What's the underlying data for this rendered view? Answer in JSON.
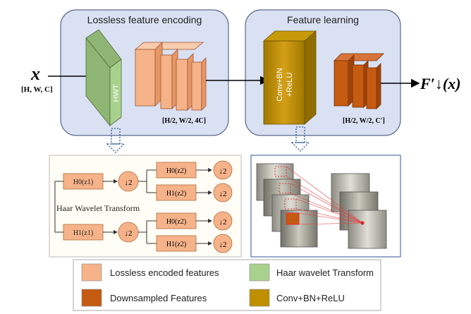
{
  "input": {
    "symbol": "x",
    "shape": "[H, W, C]"
  },
  "encoding_panel": {
    "title": "Lossless feature encoding",
    "hwt_label": "HWT",
    "output_shape": "[H/2, W/2, 4C]"
  },
  "learning_panel": {
    "title": "Feature learning",
    "conv_label_line1": "Conv+BN",
    "conv_label_line2": "+ReLU",
    "output_shape": "[H/2, W/2, C′]"
  },
  "output": {
    "symbol": "F′↓(x)"
  },
  "haar_panel": {
    "title": "Haar Wavelet Transform",
    "filter_h0_z1": "H0(z1)",
    "filter_h1_z1": "H1(z1)",
    "filter_h0_z2": "H0(z2)",
    "filter_h1_z2": "H1(z2)",
    "downsample": "↓2"
  },
  "legend": {
    "items": [
      {
        "label": "Lossless encoded features",
        "color": "#F6B38A"
      },
      {
        "label": "Haar wavelet Transform",
        "color": "#A9D18E"
      },
      {
        "label": "Downsampled Features",
        "color": "#C55A11"
      },
      {
        "label": "Conv+BN+ReLU",
        "color": "#BF8F00"
      }
    ]
  },
  "colors": {
    "panel_fill": "#D9E1F2",
    "panel_stroke": "#5B6B8C",
    "hwt_fill": "#A9D18E",
    "encoded_fill": "#F6B38A",
    "conv_fill": "#BF8F00",
    "downsampled_fill": "#C55A11"
  }
}
